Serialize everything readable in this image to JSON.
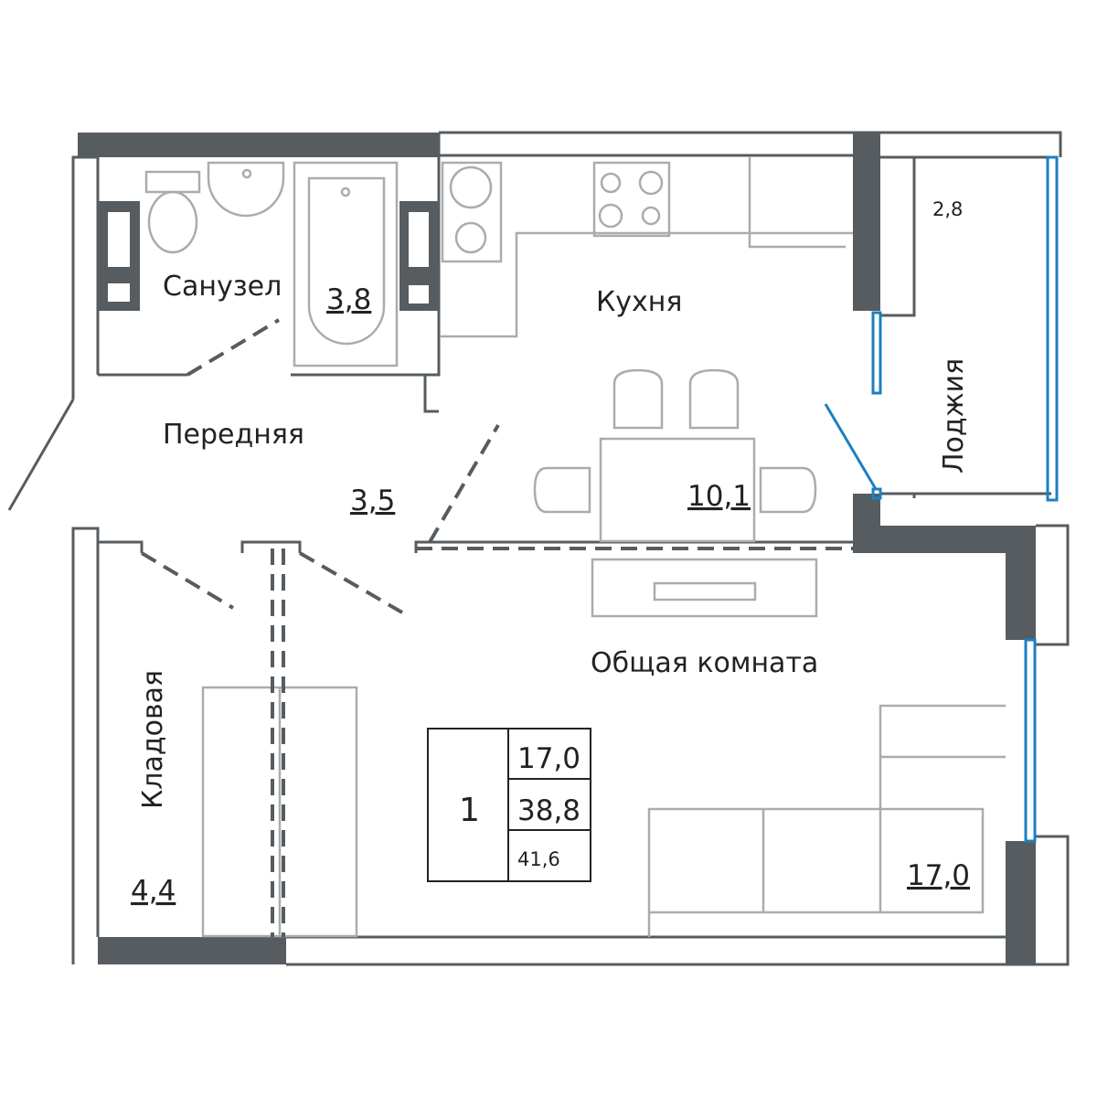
{
  "plan": {
    "rooms": {
      "bathroom": {
        "name": "Санузел",
        "area": "3,8"
      },
      "kitchen": {
        "name": "Кухня",
        "area": "10,1"
      },
      "loggia": {
        "name": "Лоджия",
        "area": "2,8"
      },
      "hallway": {
        "name": "Передняя",
        "area": "3,5"
      },
      "storage": {
        "name": "Кладовая",
        "area": "4,4"
      },
      "living": {
        "name": "Общая комната",
        "area": "17,0"
      }
    },
    "summary": {
      "rooms_count": "1",
      "living_area": "17,0",
      "total_area": "38,8",
      "total_with_loggia": "41,6"
    },
    "colors": {
      "wall": "#565c60",
      "window": "#1a80c2",
      "furniture": "#a9acae"
    }
  }
}
